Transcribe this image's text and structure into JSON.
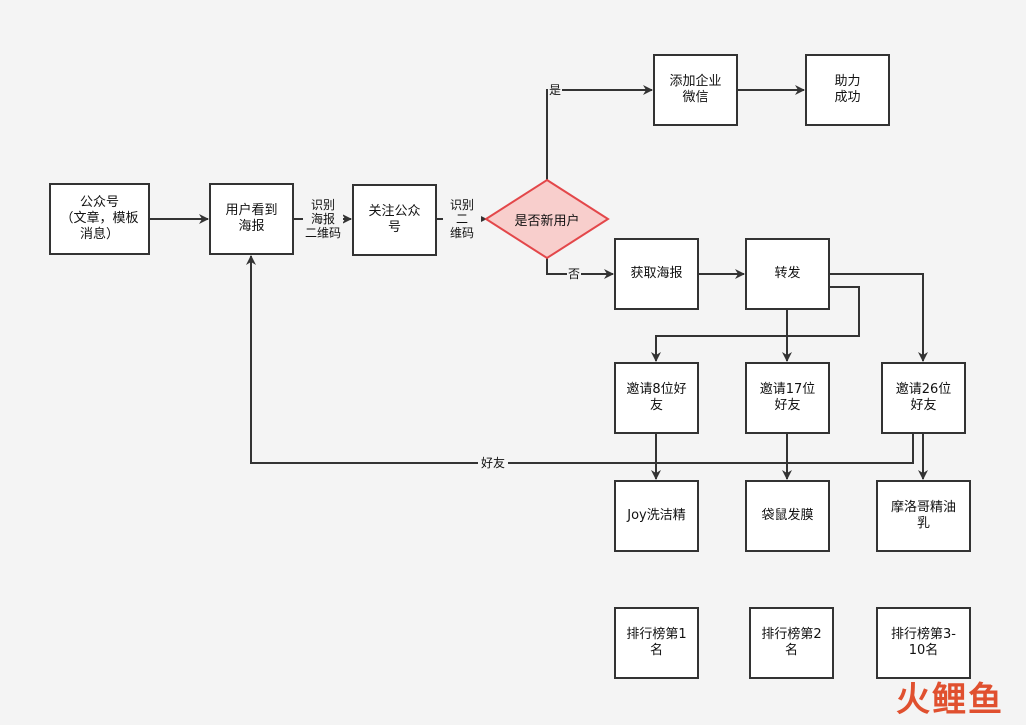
{
  "diagram": {
    "nodes": {
      "gongzhonghao": "公众号\n（文章，模板\n消息）",
      "see_poster": "用户看到\n海报",
      "follow": "关注公众\n号",
      "decision": "是否新用户",
      "add_wechat": "添加企业\n微信",
      "success": "助力\n成功",
      "get_poster": "获取海报",
      "forward": "转发",
      "invite8": "邀请8位好\n友",
      "invite17": "邀请17位\n好友",
      "invite26": "邀请26位\n好友",
      "prize_joy": "Joy洗洁精",
      "prize_mask": "袋鼠发膜",
      "prize_oil": "摩洛哥精油\n乳",
      "rank1": "排行榜第1\n名",
      "rank2": "排行榜第2\n名",
      "rank3": "排行榜第3-\n10名"
    },
    "edge_labels": {
      "scan_poster": "识别\n海报\n二维码",
      "scan_qr": "识别\n二\n维码",
      "yes": "是",
      "no": "否",
      "friends": "好友"
    },
    "colors": {
      "decision_fill": "#f8cecc",
      "decision_stroke": "#e3474a",
      "line": "#333333"
    }
  },
  "watermark": "火鲤鱼"
}
